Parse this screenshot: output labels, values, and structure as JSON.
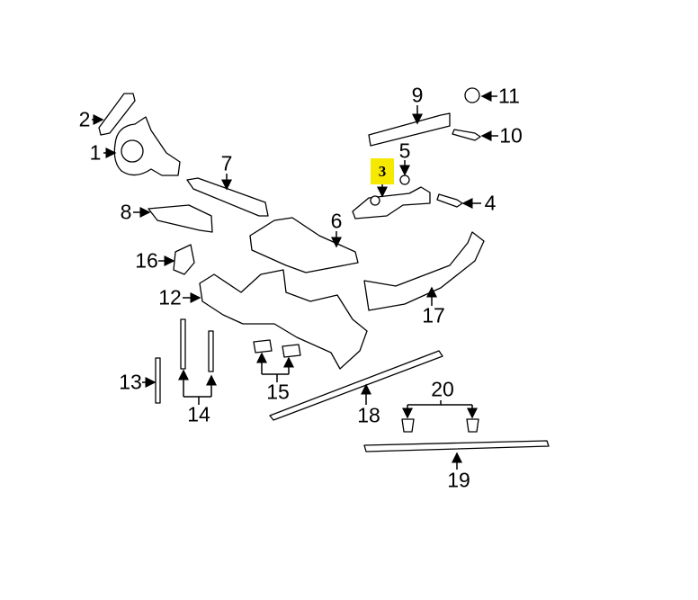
{
  "callouts": {
    "c1": "1",
    "c2": "2",
    "c3": "3",
    "c4": "4",
    "c5": "5",
    "c6": "6",
    "c7": "7",
    "c8": "8",
    "c9": "9",
    "c10": "10",
    "c11": "11",
    "c12": "12",
    "c13": "13",
    "c14": "14",
    "c15": "15",
    "c16": "16",
    "c17": "17",
    "c18": "18",
    "c19": "19",
    "c20": "20"
  },
  "highlighted_callout": "3",
  "colors": {
    "highlight": "#f5e900",
    "line": "#000000"
  }
}
